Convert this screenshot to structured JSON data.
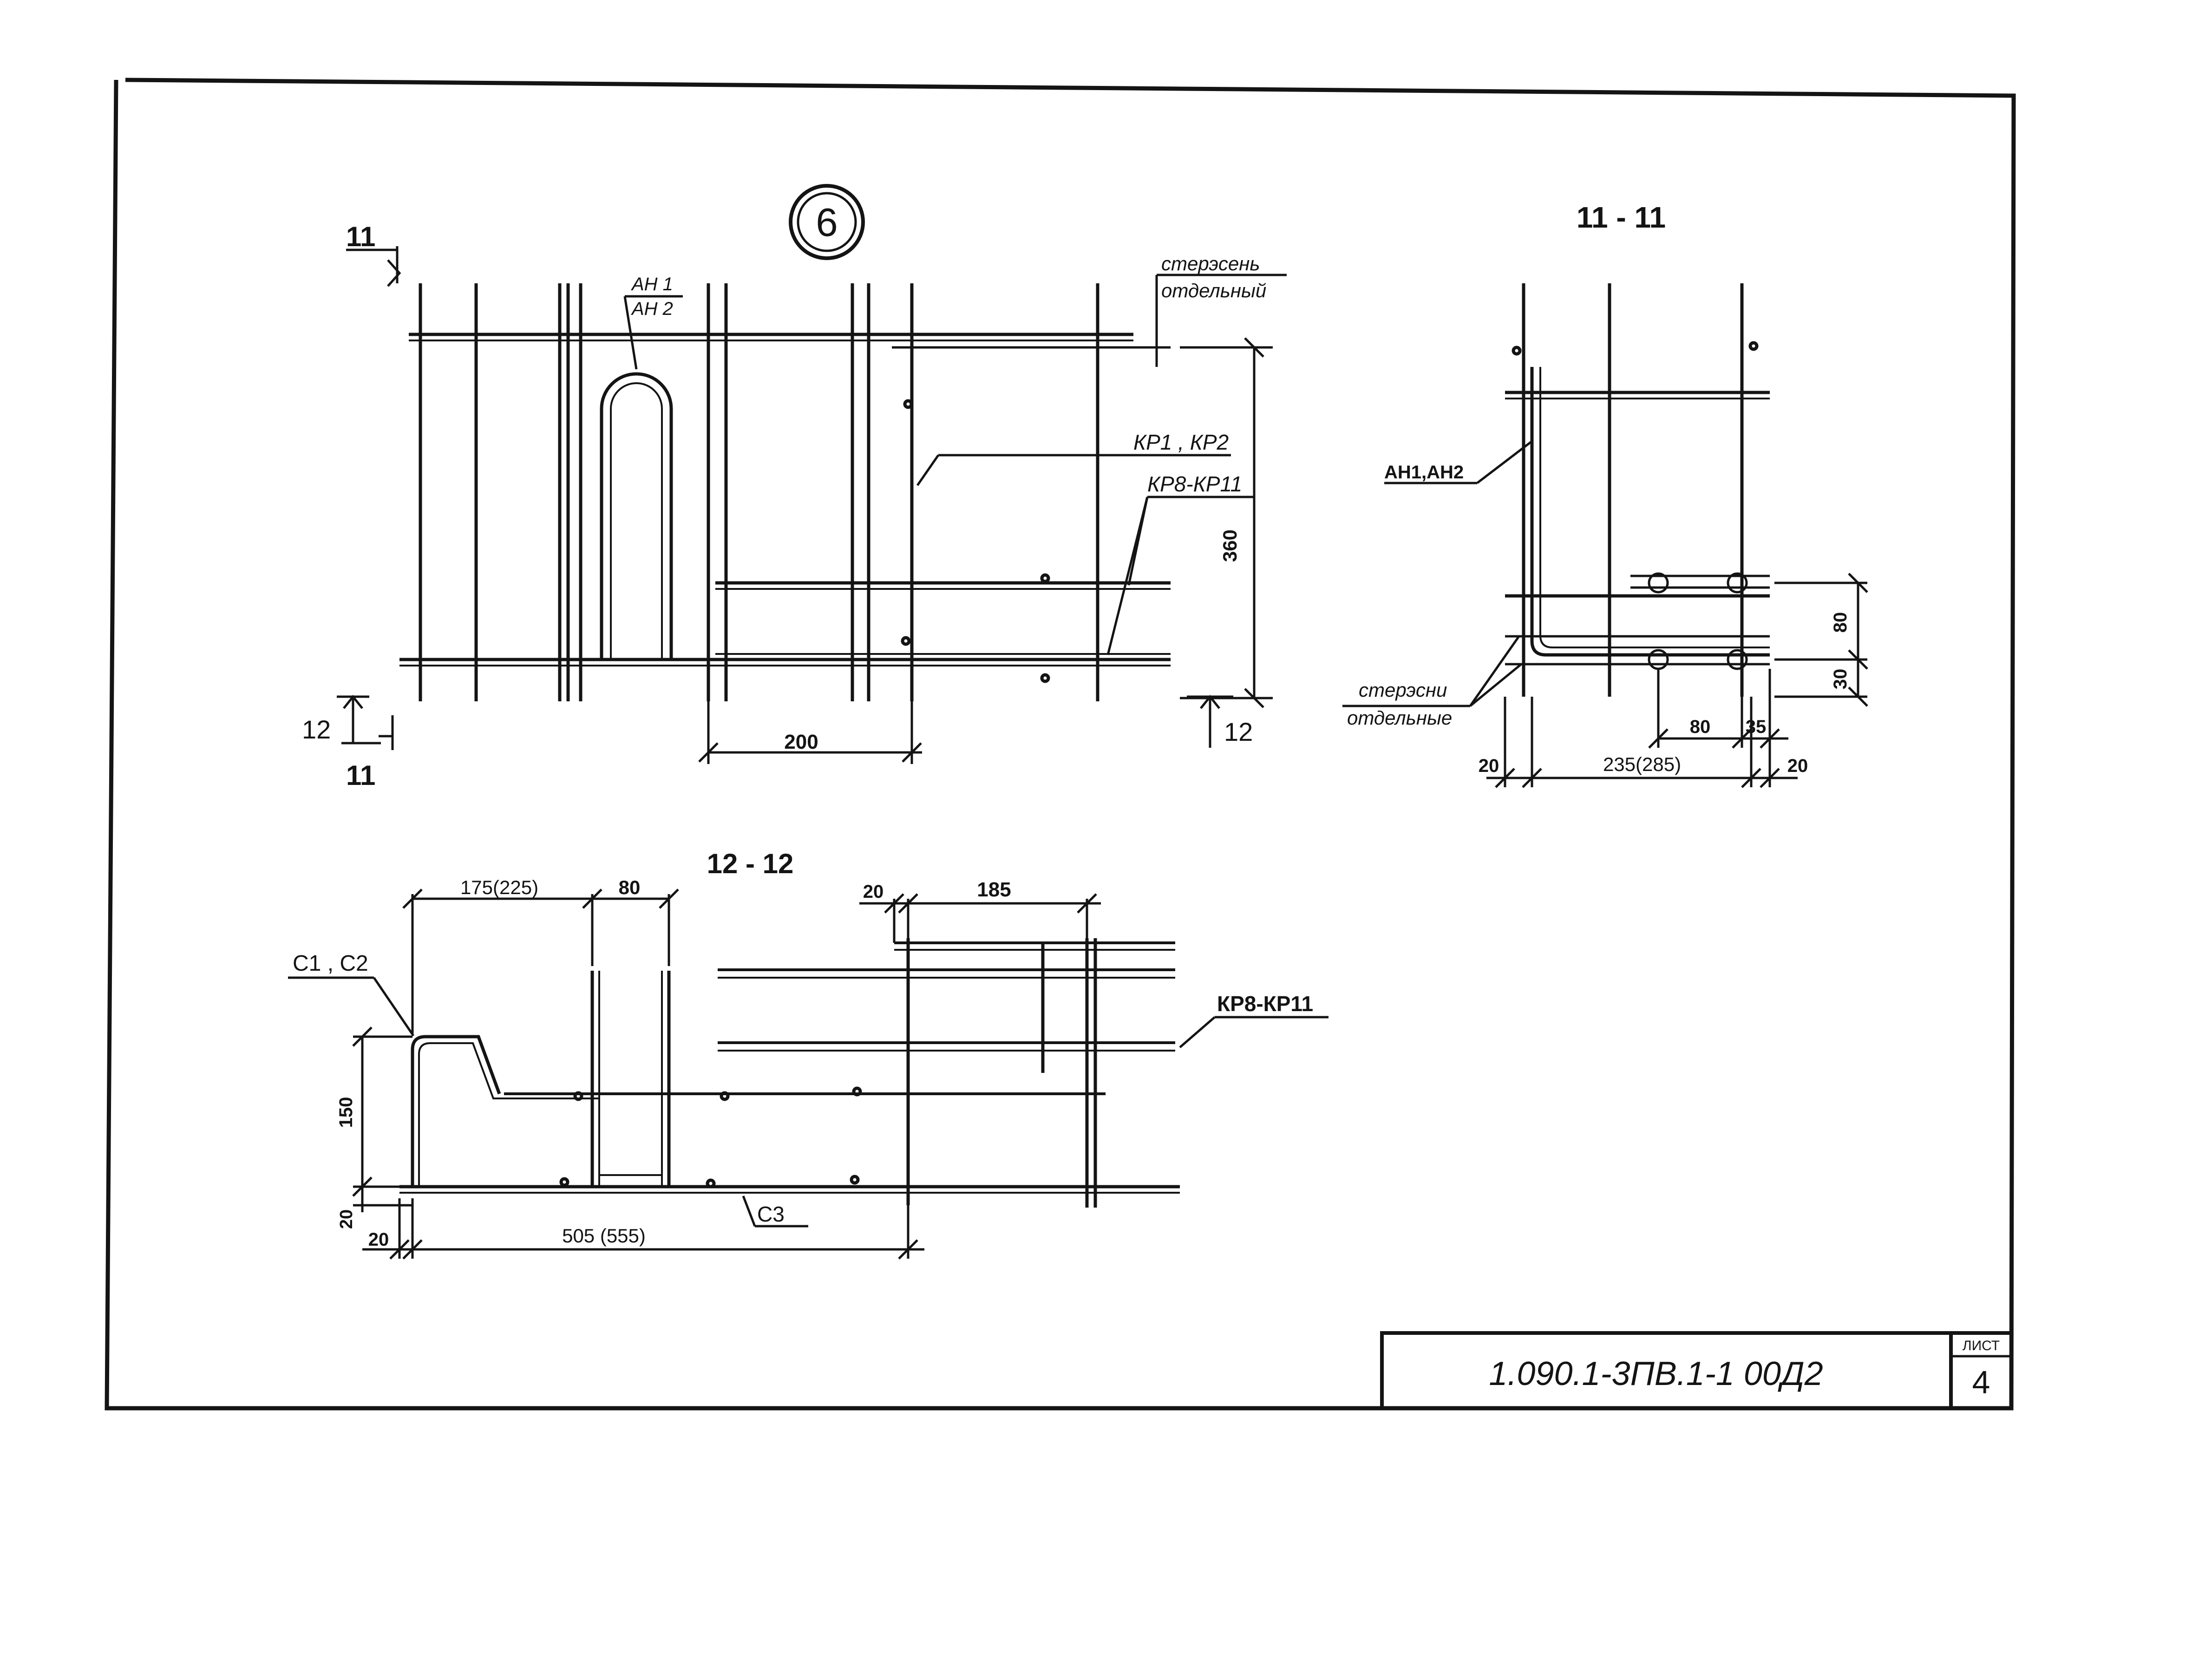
{
  "view_b": {
    "marker": "6",
    "label_ah1": "AH 1",
    "label_ah2": "AH 2",
    "label_sterzhen": "стерэсень",
    "label_otdelny": "отдельный",
    "label_kp1_kp2": "КР1 , КР2",
    "label_kp8_kp11": "КР8-КР11",
    "dim_360": "360",
    "dim_200": "200",
    "cut_11_top": "11",
    "cut_12_left": "12",
    "cut_11_bottom": "11",
    "cut_12_right": "12"
  },
  "section_11": {
    "title": "11 - 11",
    "label_ah": "АН1,АН2",
    "label_sterzhni": "стерэсни",
    "label_otdelnye": "отдельные",
    "dim_80_v": "80",
    "dim_30": "30",
    "dim_80_h": "80",
    "dim_35": "35",
    "dim_20_left": "20",
    "dim_235": "235(285)",
    "dim_20_right": "20"
  },
  "section_12": {
    "title": "12 - 12",
    "dim_175": "175(225)",
    "dim_80": "80",
    "dim_20_top": "20",
    "dim_185": "185",
    "label_c1_c2": "С1 , С2",
    "label_kp8_kp11": "КР8-КР11",
    "dim_150": "150",
    "dim_20_a": "20",
    "dim_20_b": "20",
    "dim_505": "505 (555)",
    "label_c3": "С3"
  },
  "title_block": {
    "code": "1.090.1-3ПВ.1-1   00Д2",
    "sheet_label": "ЛИСТ",
    "sheet_number": "4"
  }
}
